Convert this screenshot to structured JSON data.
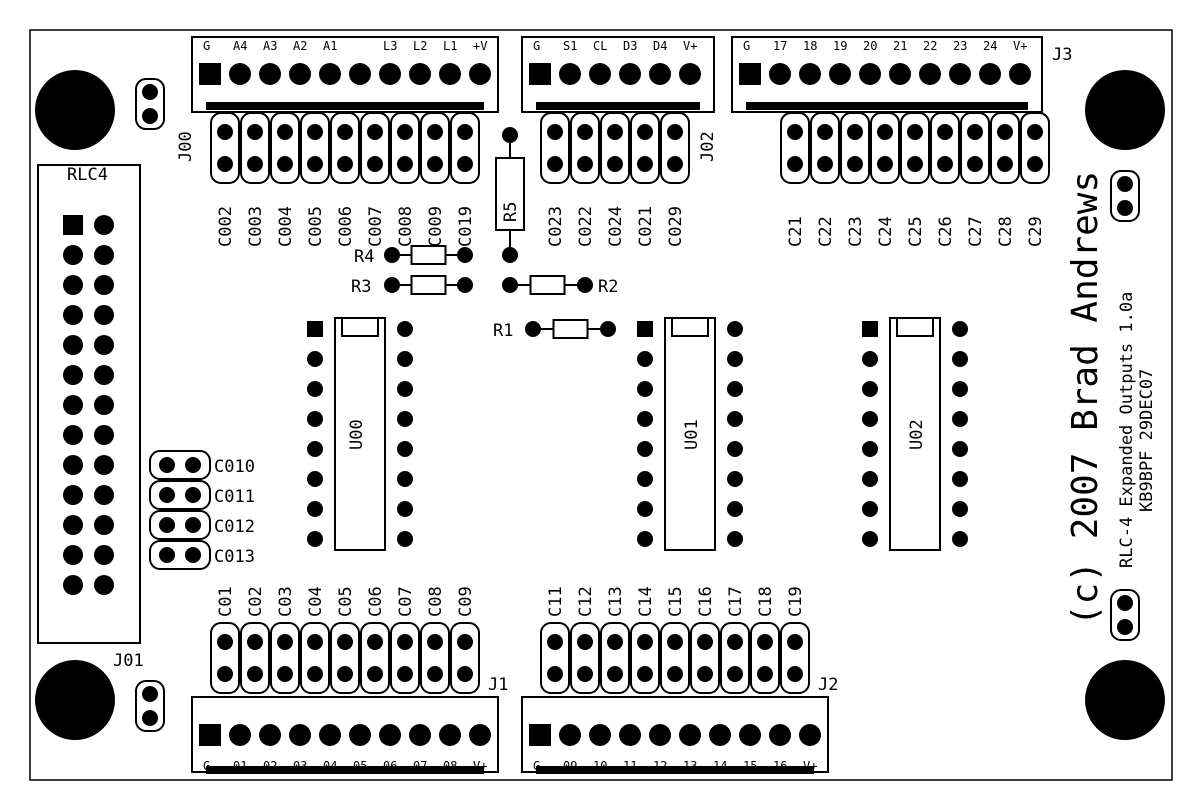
{
  "board": {
    "rlc_label": "RLC4",
    "j00_label": "J00",
    "j02_label": "J02",
    "j3_label": "J3",
    "j01_label": "J01",
    "j1_label": "J1",
    "j2_label": "J2",
    "u00_label": "U00",
    "u01_label": "U01",
    "u02_label": "U02",
    "r1": "R1",
    "r2": "R2",
    "r3": "R3",
    "r4": "R4",
    "r5": "R5",
    "credit": "(c) 2007 Brad Andrews",
    "subtitle": "RLC-4 Expanded Outputs 1.0a",
    "callsign": "KB9BPF 29DEC07"
  },
  "top_conn_1_pins": [
    "G",
    "A4",
    "A3",
    "A2",
    "A1",
    "",
    "L3",
    "L2",
    "L1",
    "+V"
  ],
  "top_conn_2_pins": [
    "G",
    "S1",
    "CL",
    "D3",
    "D4",
    "V+"
  ],
  "top_conn_3_pins": [
    "G",
    "17",
    "18",
    "19",
    "20",
    "21",
    "22",
    "23",
    "24",
    "V+"
  ],
  "bot_conn_1_pins": [
    "G",
    "01",
    "02",
    "03",
    "04",
    "05",
    "06",
    "07",
    "08",
    "V+"
  ],
  "bot_conn_2_pins": [
    "G",
    "09",
    "10",
    "11",
    "12",
    "13",
    "14",
    "15",
    "16",
    "V+"
  ],
  "hdr_j00_labels": [
    "C002",
    "C003",
    "C004",
    "C005",
    "C006",
    "C007",
    "C008",
    "C009",
    "C019"
  ],
  "hdr_j02_labels": [
    "C023",
    "C022",
    "C024",
    "C021",
    "C029"
  ],
  "hdr_j3_labels": [
    "C21",
    "C22",
    "C23",
    "C24",
    "C25",
    "C26",
    "C27",
    "C28",
    "C29"
  ],
  "hdr_j1_labels": [
    "C01",
    "C02",
    "C03",
    "C04",
    "C05",
    "C06",
    "C07",
    "C08",
    "C09"
  ],
  "hdr_j2_labels": [
    "C11",
    "C12",
    "C13",
    "C14",
    "C15",
    "C16",
    "C17",
    "C18",
    "C19"
  ],
  "side_jumper_labels": [
    "C010",
    "C011",
    "C012",
    "C013"
  ]
}
